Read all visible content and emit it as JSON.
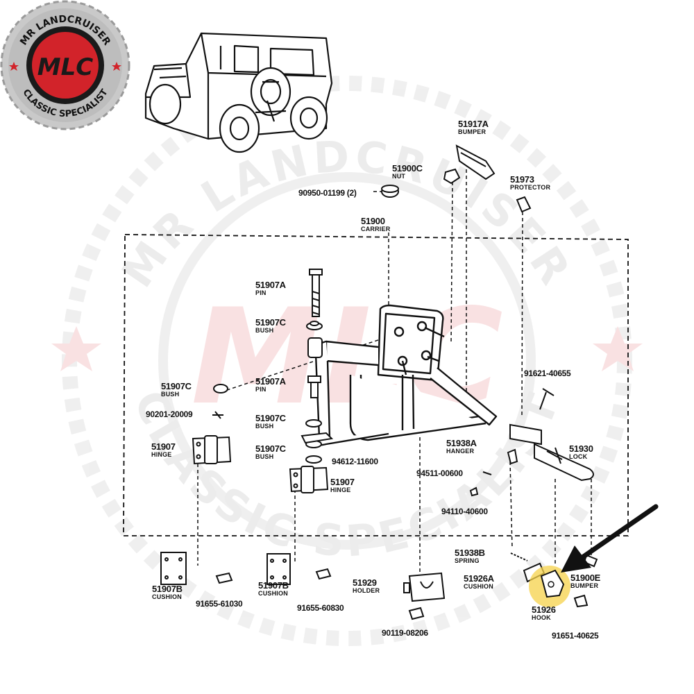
{
  "logo": {
    "top_text": "MR LANDCRUISER",
    "bottom_text": "CLASSIC SPECIALIST",
    "mark": "MLC",
    "colors": {
      "badge": "#c9c9c9",
      "core": "#1a1a1a",
      "accent": "#d2232a"
    }
  },
  "watermark": {
    "top_text": "MR LANDCRUISER",
    "bottom_text": "CLASSIC SPECIALIST",
    "mark": "MLC"
  },
  "parts": [
    {
      "id": "p51917A",
      "number": "51917A",
      "name": "BUMPER"
    },
    {
      "id": "p51900C",
      "number": "51900C",
      "name": "NUT"
    },
    {
      "id": "p51973",
      "number": "51973",
      "name": "PROTECTOR"
    },
    {
      "id": "p90950",
      "number": "90950-01199 (2)",
      "name": ""
    },
    {
      "id": "p51900",
      "number": "51900",
      "name": "CARRIER"
    },
    {
      "id": "p51907A_1",
      "number": "51907A",
      "name": "PIN"
    },
    {
      "id": "p51907C_1",
      "number": "51907C",
      "name": "BUSH"
    },
    {
      "id": "p51907C_2",
      "number": "51907C",
      "name": "BUSH"
    },
    {
      "id": "p51907A_2",
      "number": "51907A",
      "name": "PIN"
    },
    {
      "id": "p90201",
      "number": "90201-20009",
      "name": ""
    },
    {
      "id": "p51907C_3",
      "number": "51907C",
      "name": "BUSH"
    },
    {
      "id": "p51907_1",
      "number": "51907",
      "name": "HINGE"
    },
    {
      "id": "p51907C_4",
      "number": "51907C",
      "name": "BUSH"
    },
    {
      "id": "p94612",
      "number": "94612-11600",
      "name": ""
    },
    {
      "id": "p51907_2",
      "number": "51907",
      "name": "HINGE"
    },
    {
      "id": "p91621",
      "number": "91621-40655",
      "name": ""
    },
    {
      "id": "p51938A",
      "number": "51938A",
      "name": "HANGER"
    },
    {
      "id": "p51930",
      "number": "51930",
      "name": "LOCK"
    },
    {
      "id": "p94511",
      "number": "94511-00600",
      "name": ""
    },
    {
      "id": "p94110",
      "number": "94110-40600",
      "name": ""
    },
    {
      "id": "p51938B",
      "number": "51938B",
      "name": "SPRING"
    },
    {
      "id": "p51926A",
      "number": "51926A",
      "name": "CUSHION"
    },
    {
      "id": "p51900E",
      "number": "51900E",
      "name": "BUMPER"
    },
    {
      "id": "p51926",
      "number": "51926",
      "name": "HOOK"
    },
    {
      "id": "p91651",
      "number": "91651-40625",
      "name": ""
    },
    {
      "id": "p51929",
      "number": "51929",
      "name": "HOLDER"
    },
    {
      "id": "p90119",
      "number": "90119-08206",
      "name": ""
    },
    {
      "id": "p51907B_1",
      "number": "51907B",
      "name": "CUSHION"
    },
    {
      "id": "p91655_1",
      "number": "91655-61030",
      "name": ""
    },
    {
      "id": "p51907B_2",
      "number": "51907B",
      "name": "CUSHION"
    },
    {
      "id": "p91655_2",
      "number": "91655-60830",
      "name": ""
    }
  ],
  "highlight": {
    "part": "51926",
    "color": "#f5d24a"
  }
}
